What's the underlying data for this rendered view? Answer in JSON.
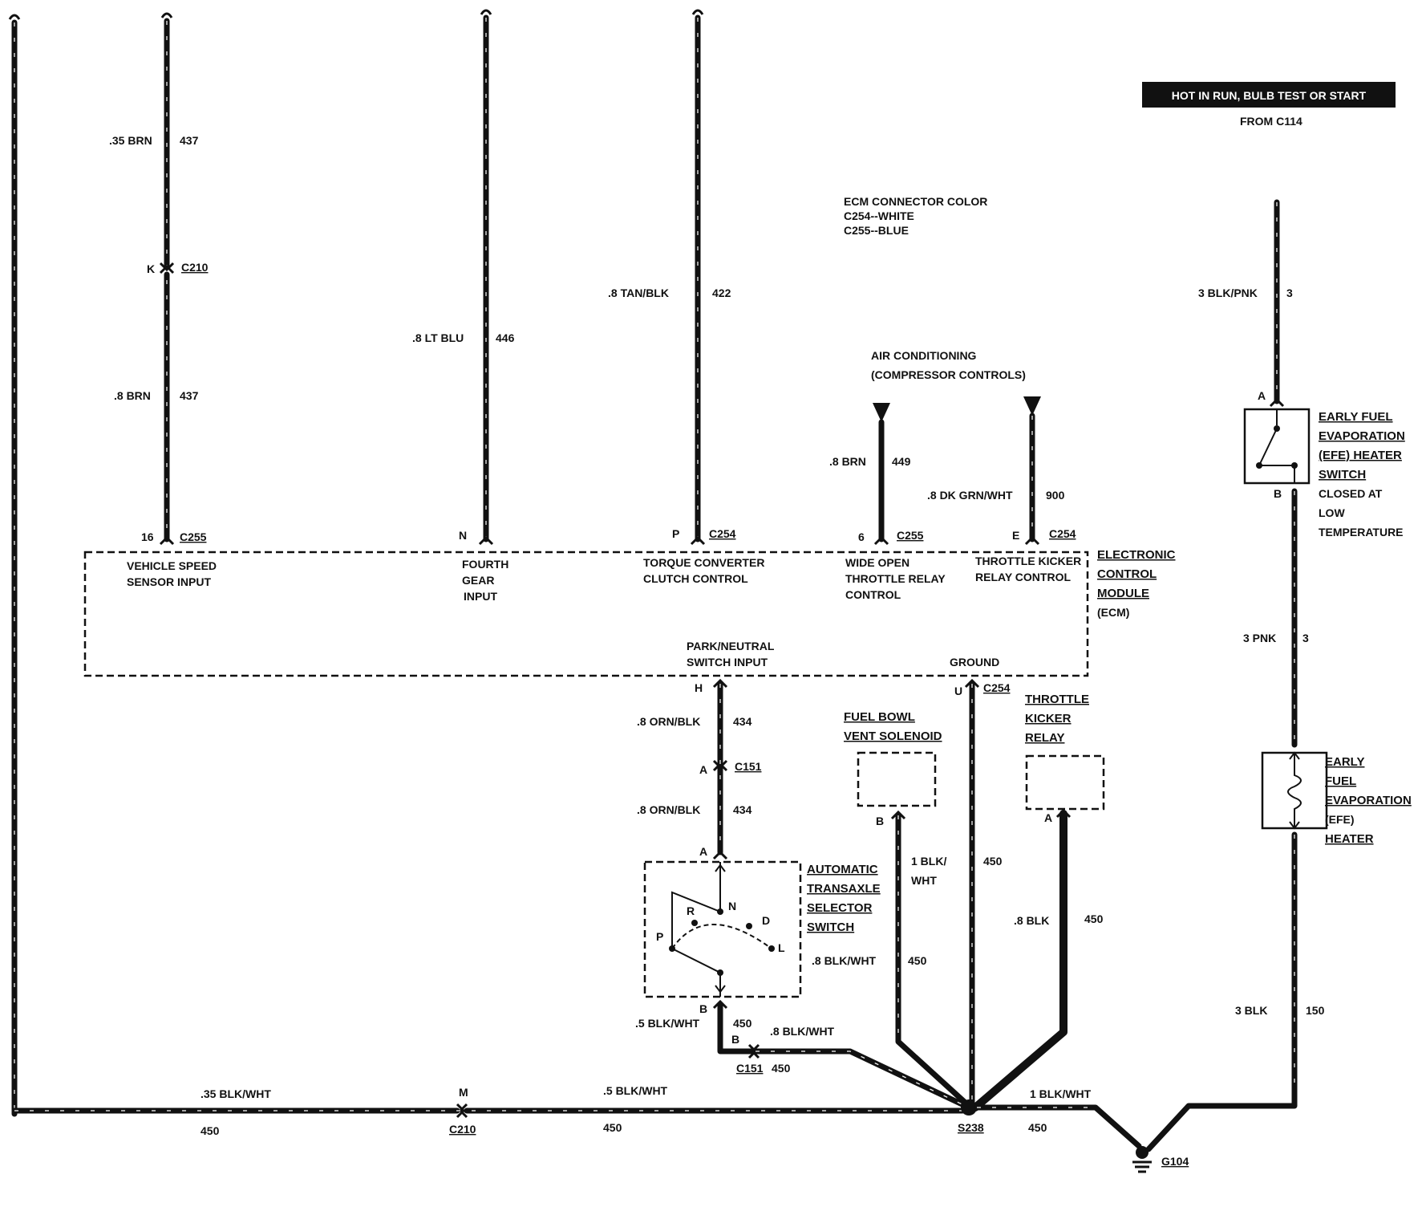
{
  "banner": {
    "text": "HOT IN RUN, BULB TEST OR START",
    "from": "FROM C114"
  },
  "ecm_connector_color": {
    "title": "ECM CONNECTOR COLOR",
    "c254": "C254--WHITE",
    "c255": "C255--BLUE"
  },
  "ac": {
    "line1": "AIR CONDITIONING",
    "line2": "(COMPRESSOR CONTROLS)"
  },
  "ecm": {
    "l1": "ELECTRONIC",
    "l2": "CONTROL",
    "l3": "MODULE",
    "l4": "(ECM)"
  },
  "ecm_inputs": {
    "vss": {
      "pin": "16",
      "conn": "C255",
      "l1": "VEHICLE SPEED",
      "l2": "SENSOR INPUT"
    },
    "fourth": {
      "pin": "N",
      "l1": "FOURTH",
      "l2": "GEAR",
      "l3": "INPUT"
    },
    "tcc": {
      "pin": "P",
      "conn": "C254",
      "l1": "TORQUE CONVERTER",
      "l2": "CLUTCH CONTROL"
    },
    "wot": {
      "pin": "6",
      "conn": "C255",
      "l1": "WIDE OPEN",
      "l2": "THROTTLE RELAY",
      "l3": "CONTROL"
    },
    "tk": {
      "pin": "E",
      "conn": "C254",
      "l1": "THROTTLE KICKER",
      "l2": "RELAY CONTROL"
    },
    "pn": {
      "l1": "PARK/NEUTRAL",
      "l2": "SWITCH INPUT",
      "pin": "H"
    },
    "gnd": {
      "l1": "GROUND",
      "pin": "U",
      "conn": "C254"
    }
  },
  "wires": {
    "w437a": {
      "gauge": ".35 BRN",
      "circuit": "437"
    },
    "c210k": {
      "pin": "K",
      "conn": "C210"
    },
    "w437b": {
      "gauge": ".8 BRN",
      "circuit": "437"
    },
    "w446": {
      "gauge": ".8 LT BLU",
      "circuit": "446"
    },
    "w422": {
      "gauge": ".8 TAN/BLK",
      "circuit": "422"
    },
    "w449": {
      "gauge": ".8 BRN",
      "circuit": "449"
    },
    "w900": {
      "gauge": ".8 DK GRN/WHT",
      "circuit": "900"
    },
    "w434a": {
      "gauge": ".8 ORN/BLK",
      "circuit": "434"
    },
    "c151a": {
      "pin": "A",
      "conn": "C151"
    },
    "w434b": {
      "gauge": ".8 ORN/BLK",
      "circuit": "434"
    },
    "w450fb": {
      "l1": "1 BLK/",
      "l2": "WHT"
    },
    "w450fb_num": "450",
    "w450fb2": {
      "gauge": ".8 BLK/WHT",
      "circuit": "450"
    },
    "w450g": {
      "circuit": "450"
    },
    "w450tk": {
      "gauge": ".8 BLK",
      "circuit": "450"
    },
    "w450sw": {
      "gauge": ".5 BLK/WHT",
      "circuit": "450"
    },
    "c151b": {
      "pin": "B",
      "conn": "C151",
      "circuit": "450",
      "gauge": ".8 BLK/WHT"
    },
    "bottom_left": {
      "gauge": ".35 BLK/WHT",
      "circuit": "450"
    },
    "c210m": {
      "pin": "M",
      "conn": "C210"
    },
    "bottom_mid": {
      "gauge": ".5 BLK/WHT",
      "circuit": "450"
    },
    "s238": "S238",
    "bottom_right": {
      "gauge": "1 BLK/WHT",
      "circuit": "450"
    },
    "g104": "G104",
    "w3a": {
      "gauge": "3 BLK/PNK",
      "circuit": "3"
    },
    "w3b": {
      "gauge": "3 PNK",
      "circuit": "3"
    },
    "w150": {
      "gauge": "3 BLK",
      "circuit": "150"
    }
  },
  "selector": {
    "pin_a": "A",
    "pin_b": "B",
    "l1": "AUTOMATIC",
    "l2": "TRANSAXLE",
    "l3": "SELECTOR",
    "l4": "SWITCH",
    "p": "P",
    "r": "R",
    "n": "N",
    "d": "D",
    "low": "L"
  },
  "fuel_bowl": {
    "l1": "FUEL BOWL",
    "l2": "VENT SOLENOID",
    "pin": "B"
  },
  "tk_relay": {
    "l1": "THROTTLE",
    "l2": "KICKER",
    "l3": "RELAY",
    "pin": "A"
  },
  "efe_switch": {
    "pin_a": "A",
    "pin_b": "B",
    "l1": "EARLY FUEL",
    "l2": "EVAPORATION",
    "l3": "(EFE) HEATER",
    "l4": "SWITCH",
    "l5": "CLOSED AT",
    "l6": "LOW",
    "l7": "TEMPERATURE"
  },
  "efe_heater": {
    "l1": "EARLY",
    "l2": "FUEL",
    "l3": "EVAPORATION",
    "l4": "(EFE)",
    "l5": "HEATER"
  }
}
